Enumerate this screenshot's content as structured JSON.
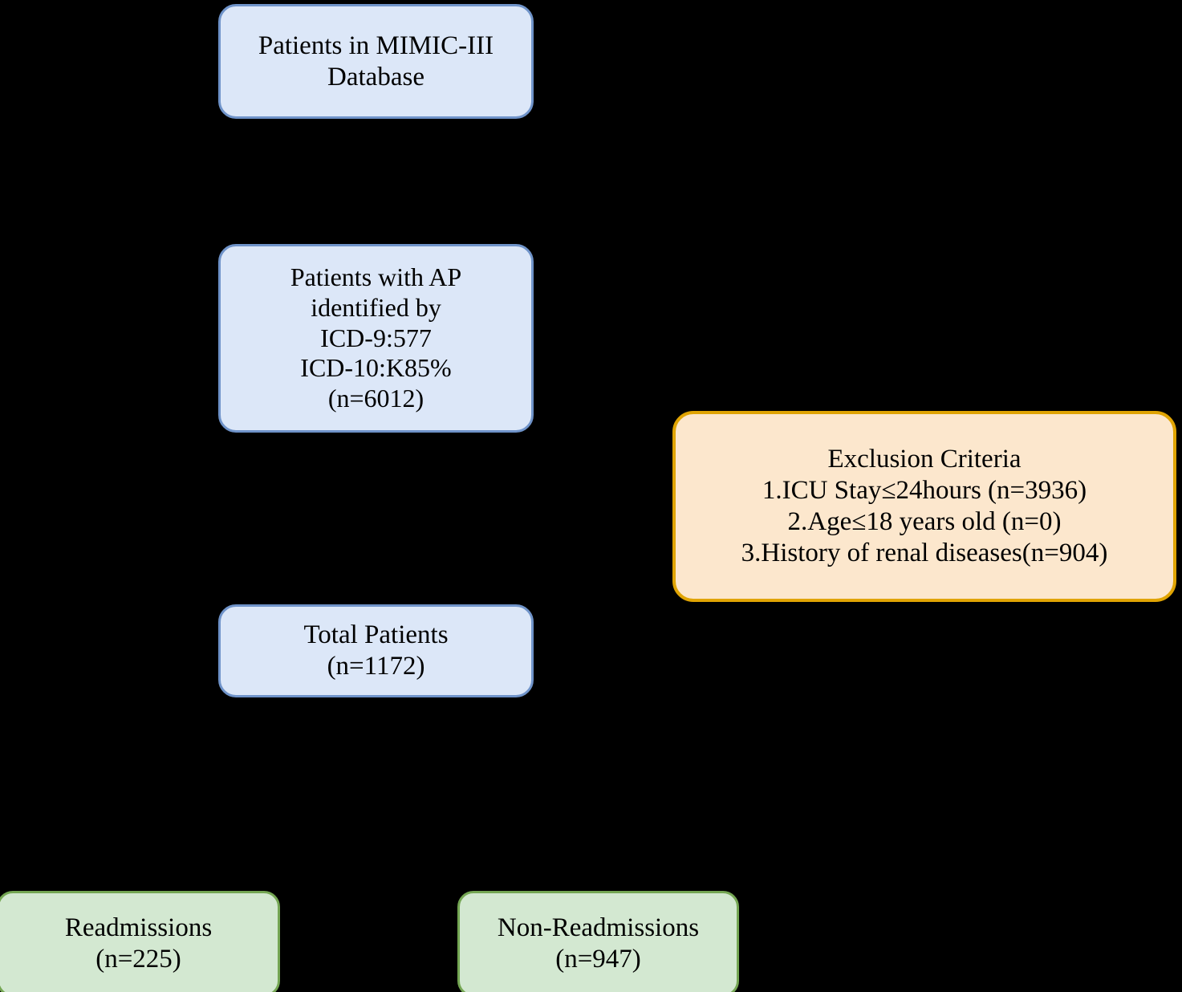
{
  "figure": {
    "type": "flowchart",
    "background_color": "#000000",
    "palette": {
      "cohort_fill": "#dce7f8",
      "cohort_border": "#6f93c9",
      "exclusion_fill": "#fce7cd",
      "exclusion_border": "#e0a403",
      "outcome_fill": "#d3e8d1",
      "outcome_border": "#74a653",
      "text_color": "#000000",
      "connector_color": "#000000"
    }
  },
  "nodes": {
    "source": {
      "id": "patients-in-mimic-iii-database",
      "kind": "cohort",
      "lines": [
        "Patients in MIMIC-III",
        "Database"
      ]
    },
    "identified": {
      "id": "patients-with-ap-identified",
      "kind": "cohort",
      "lines": [
        "Patients with AP",
        "identified by",
        "ICD-9:577",
        "ICD-10:K85%",
        "(n=6012)"
      ],
      "count": 6012
    },
    "exclusion": {
      "id": "exclusion-criteria",
      "kind": "exclusion",
      "lines": [
        "Exclusion Criteria",
        "1.ICU Stay≤24hours (n=3936)",
        "2.Age≤18 years old (n=0)",
        "3.History of renal diseases(n=904)"
      ],
      "criteria": [
        {
          "index": "1",
          "label": "ICU Stay≤24hours",
          "count": 3936
        },
        {
          "index": "2",
          "label": "Age≤18 years old",
          "count": 0
        },
        {
          "index": "3",
          "label": "History of renal diseases",
          "count": 904
        }
      ]
    },
    "total": {
      "id": "total-patients",
      "kind": "cohort",
      "lines": [
        "Total Patients",
        "(n=1172)"
      ],
      "count": 1172
    },
    "readmissions": {
      "id": "readmissions",
      "kind": "outcome",
      "lines": [
        "Readmissions",
        "(n=225)"
      ],
      "count": 225
    },
    "non_readmissions": {
      "id": "non-readmissions",
      "kind": "outcome",
      "lines": [
        "Non-Readmissions",
        "(n=947)"
      ],
      "count": 947
    }
  },
  "edges": [
    {
      "from": "source",
      "to": "identified",
      "style": "arrow"
    },
    {
      "from": "identified",
      "to": "total",
      "style": "arrow"
    },
    {
      "from": "identified",
      "to": "exclusion",
      "style": "arrow"
    },
    {
      "from": "total",
      "to": "readmissions",
      "style": "arrow"
    },
    {
      "from": "total",
      "to": "non_readmissions",
      "style": "arrow"
    }
  ]
}
